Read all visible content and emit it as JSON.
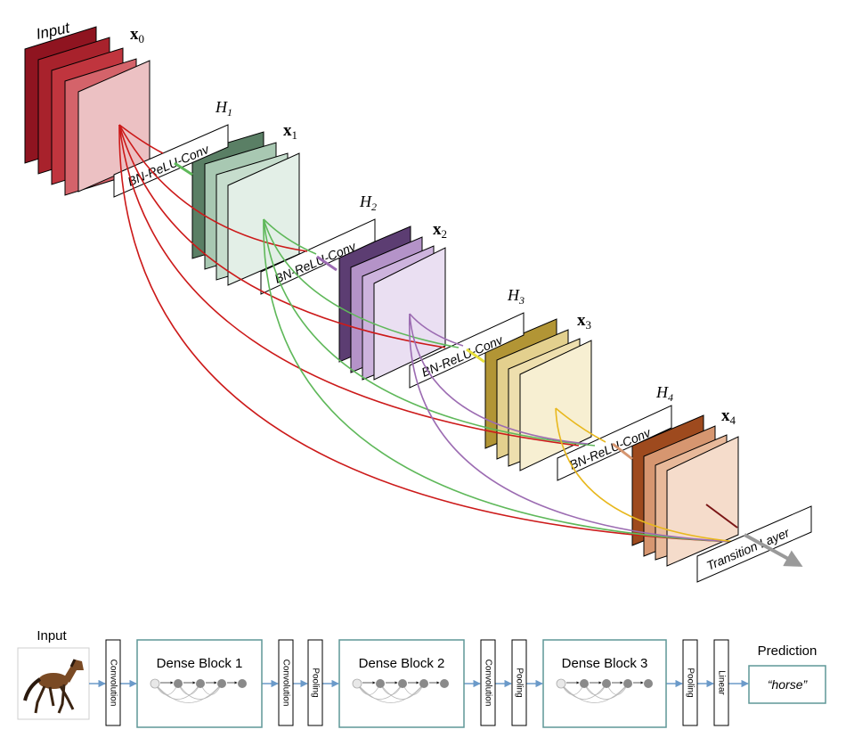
{
  "dense_block": {
    "input_label": "Input",
    "layers": [
      {
        "x_symbol": "x",
        "x_index": "0",
        "colors": [
          "#8f1420",
          "#a8222c",
          "#c0353e",
          "#d4636a",
          "#ecc1c3"
        ]
      },
      {
        "h_symbol": "H",
        "h_index": "1",
        "x_symbol": "x",
        "x_index": "1",
        "conv_label": "BN-ReLU-Conv",
        "colors": [
          "#5a7f65",
          "#a8c8b2",
          "#c6ddcd",
          "#e3efe7"
        ]
      },
      {
        "h_symbol": "H",
        "h_index": "2",
        "x_symbol": "x",
        "x_index": "2",
        "conv_label": "BN-ReLU-Conv",
        "colors": [
          "#5c3d72",
          "#b493c8",
          "#cdb3dd",
          "#eadff2"
        ]
      },
      {
        "h_symbol": "H",
        "h_index": "3",
        "x_symbol": "x",
        "x_index": "3",
        "conv_label": "BN-ReLU-Conv",
        "colors": [
          "#b29535",
          "#e3d08e",
          "#eedfae",
          "#f7efd2"
        ]
      },
      {
        "h_symbol": "H",
        "h_index": "4",
        "x_symbol": "x",
        "x_index": "4",
        "conv_label": "BN-ReLU-Conv",
        "colors": [
          "#9e4a1e",
          "#d69670",
          "#e8b99a",
          "#f5dccb"
        ]
      }
    ],
    "transition_label": "Transition Layer",
    "connection_colors": [
      "#cc1a1a",
      "#5fb85a",
      "#9c6cb2",
      "#e8b81e"
    ]
  },
  "pipeline": {
    "input_label": "Input",
    "prediction_title": "Prediction",
    "prediction_value": "“horse”",
    "convolution_label": "Convolution",
    "pooling_label": "Pooling",
    "linear_label": "Linear",
    "blocks": [
      "Dense Block 1",
      "Dense Block 2",
      "Dense Block 3"
    ],
    "box_color": "#5f9797",
    "arrow_color": "#6b9ac9"
  }
}
